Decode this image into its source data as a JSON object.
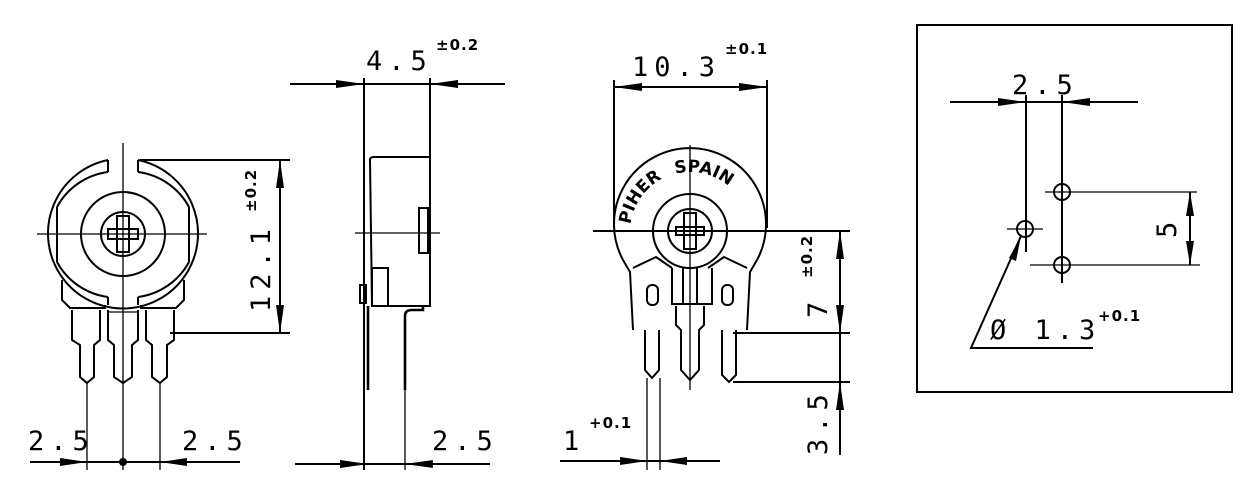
{
  "figure": {
    "type": "technical-drawing",
    "subject": "trimmer potentiometer dimensional drawing",
    "units": "mm"
  },
  "views": {
    "front": {
      "height": "12.1",
      "height_tol": "±0.2",
      "pitch_left": "2.5",
      "pitch_right": "2.5"
    },
    "side": {
      "width": "4.5",
      "width_tol": "±0.2",
      "pin_offset": "2.5"
    },
    "rear": {
      "brand_left": "PIHER",
      "brand_right": "SPAIN",
      "width": "10.3",
      "width_tol": "±0.1",
      "axis_height": "7",
      "axis_height_tol": "±0.2",
      "pin_length": "3.5",
      "pin_width": "1",
      "pin_width_tol": "+0.1"
    },
    "footprint": {
      "pitch": "2.5",
      "row_spacing": "5",
      "hole_diameter": "Ø 1.3",
      "hole_tol": "+0.1"
    }
  }
}
